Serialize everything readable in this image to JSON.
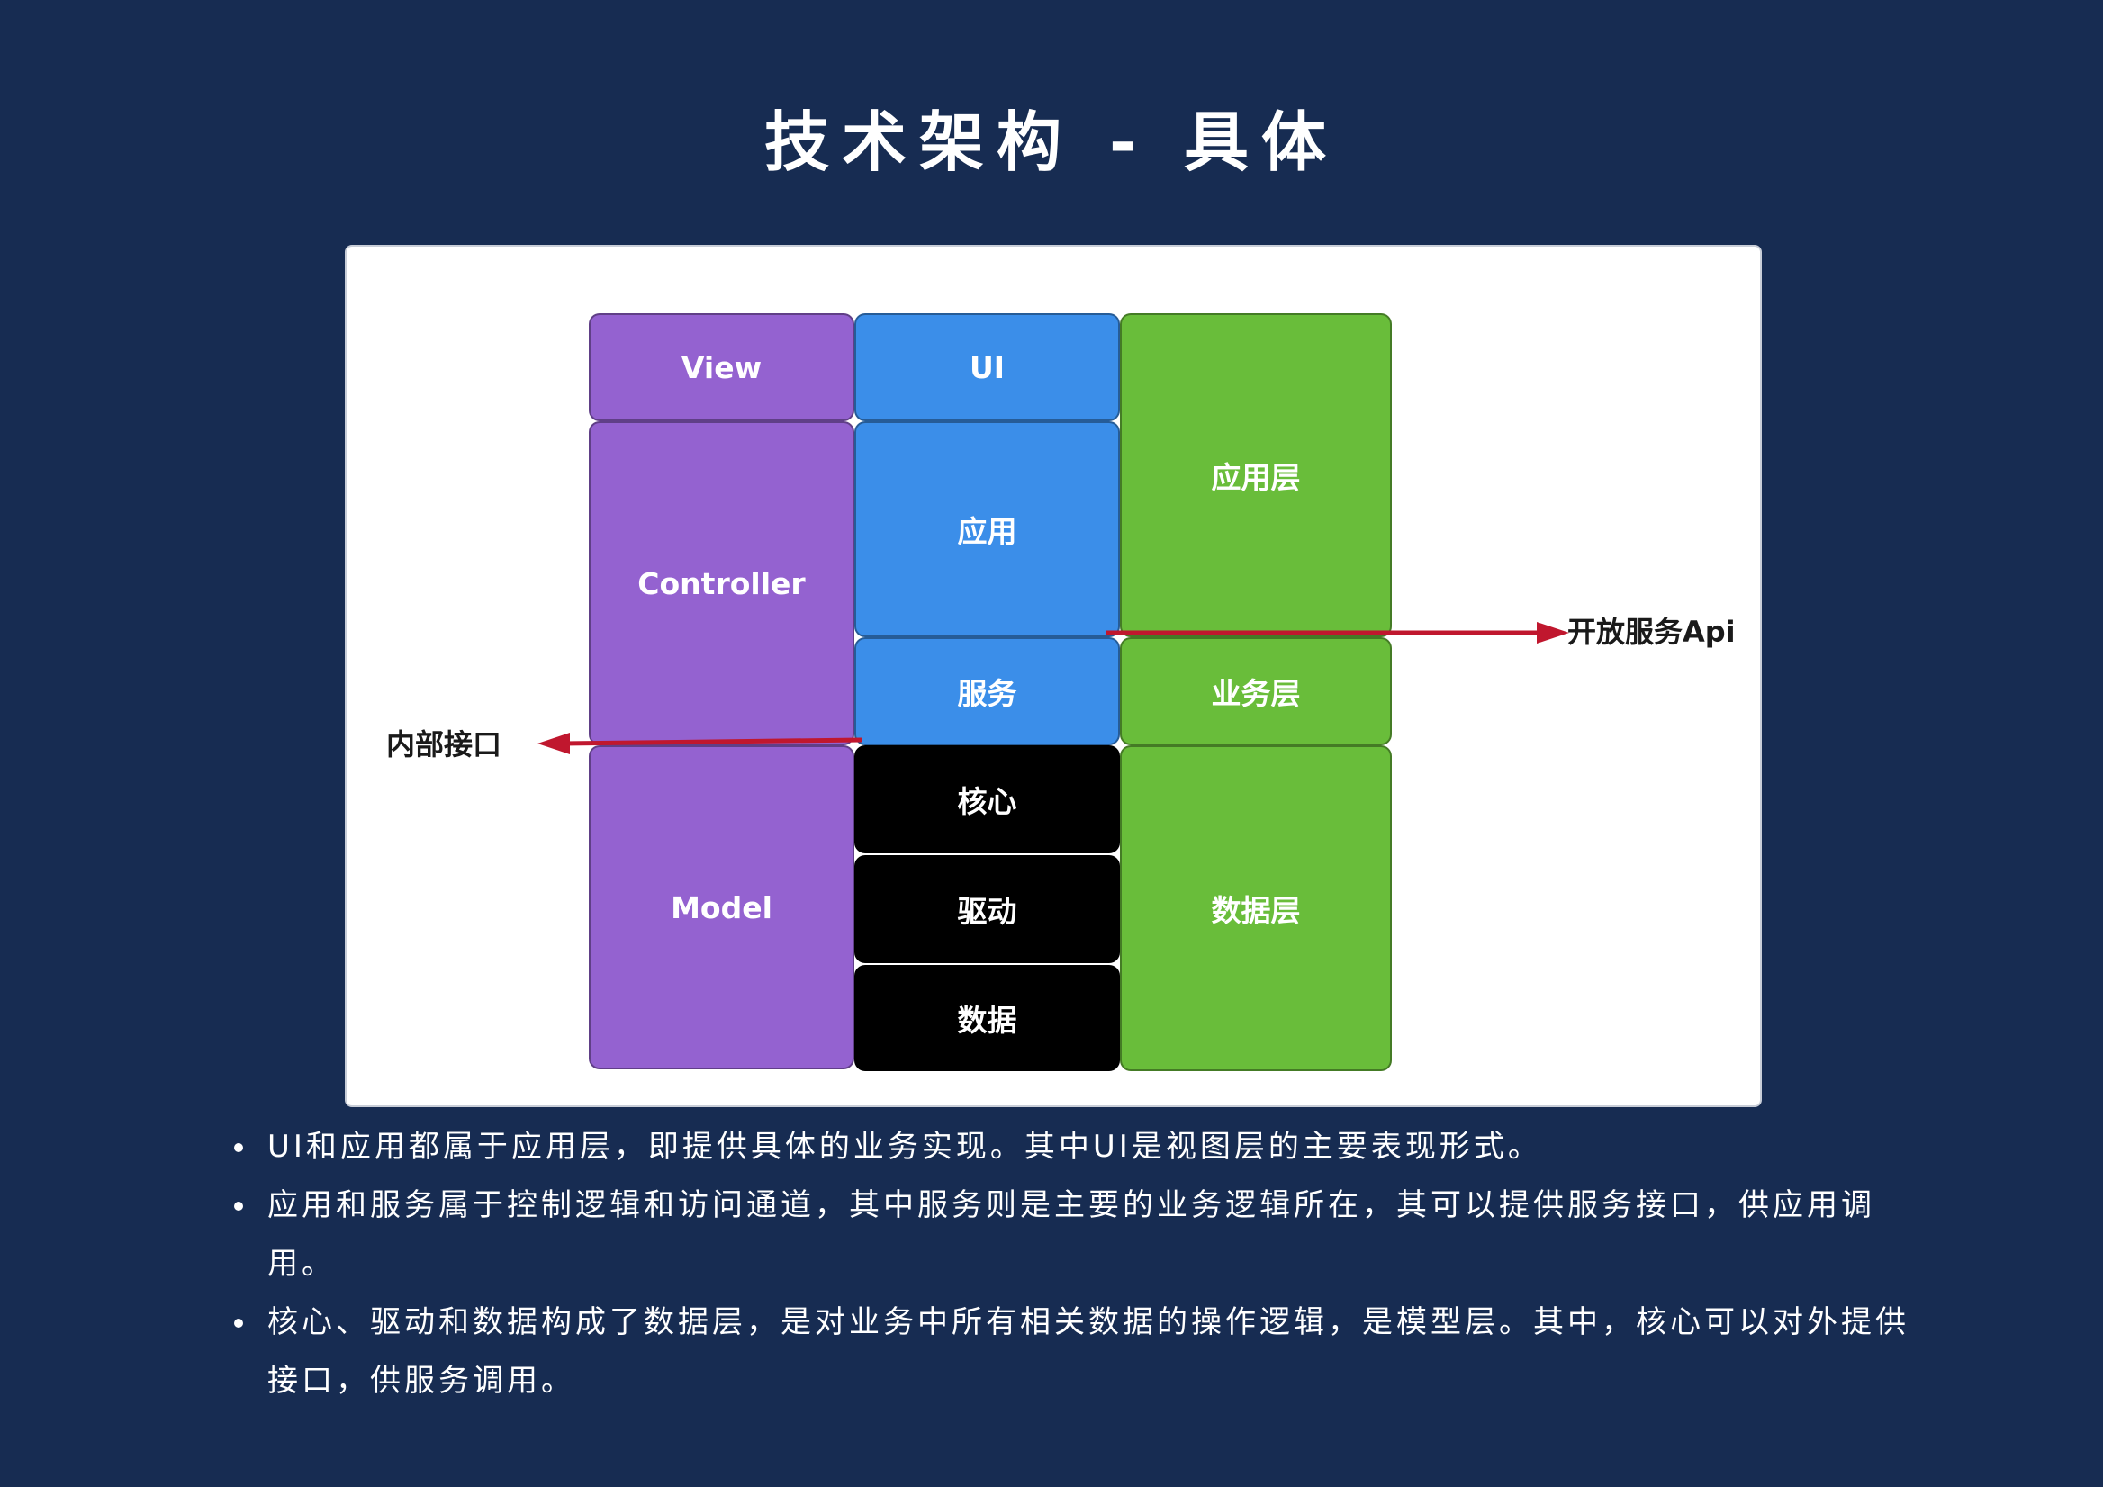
{
  "title": "技术架构 - 具体",
  "diagram": {
    "mvc": {
      "view": "View",
      "controller": "Controller",
      "model": "Model"
    },
    "stack": {
      "ui": "UI",
      "app": "应用",
      "service": "服务",
      "core": "核心",
      "driver": "驱动",
      "data": "数据"
    },
    "layers": {
      "app_layer": "应用层",
      "business_layer": "业务层",
      "data_layer": "数据层"
    },
    "arrows": {
      "open_api": "开放服务Api",
      "internal": "内部接口"
    },
    "colors": {
      "purple": "#9462d0",
      "blue": "#3b8ee9",
      "green": "#69bd3a",
      "black": "#000000",
      "arrow": "#c0172e"
    }
  },
  "bullets": [
    "UI和应用都属于应用层，即提供具体的业务实现。其中UI是视图层的主要表现形式。",
    "应用和服务属于控制逻辑和访问通道，其中服务则是主要的业务逻辑所在，其可以提供服务接口，供应用调用。",
    "核心、驱动和数据构成了数据层，是对业务中所有相关数据的操作逻辑，是模型层。其中，核心可以对外提供接口，供服务调用。"
  ]
}
